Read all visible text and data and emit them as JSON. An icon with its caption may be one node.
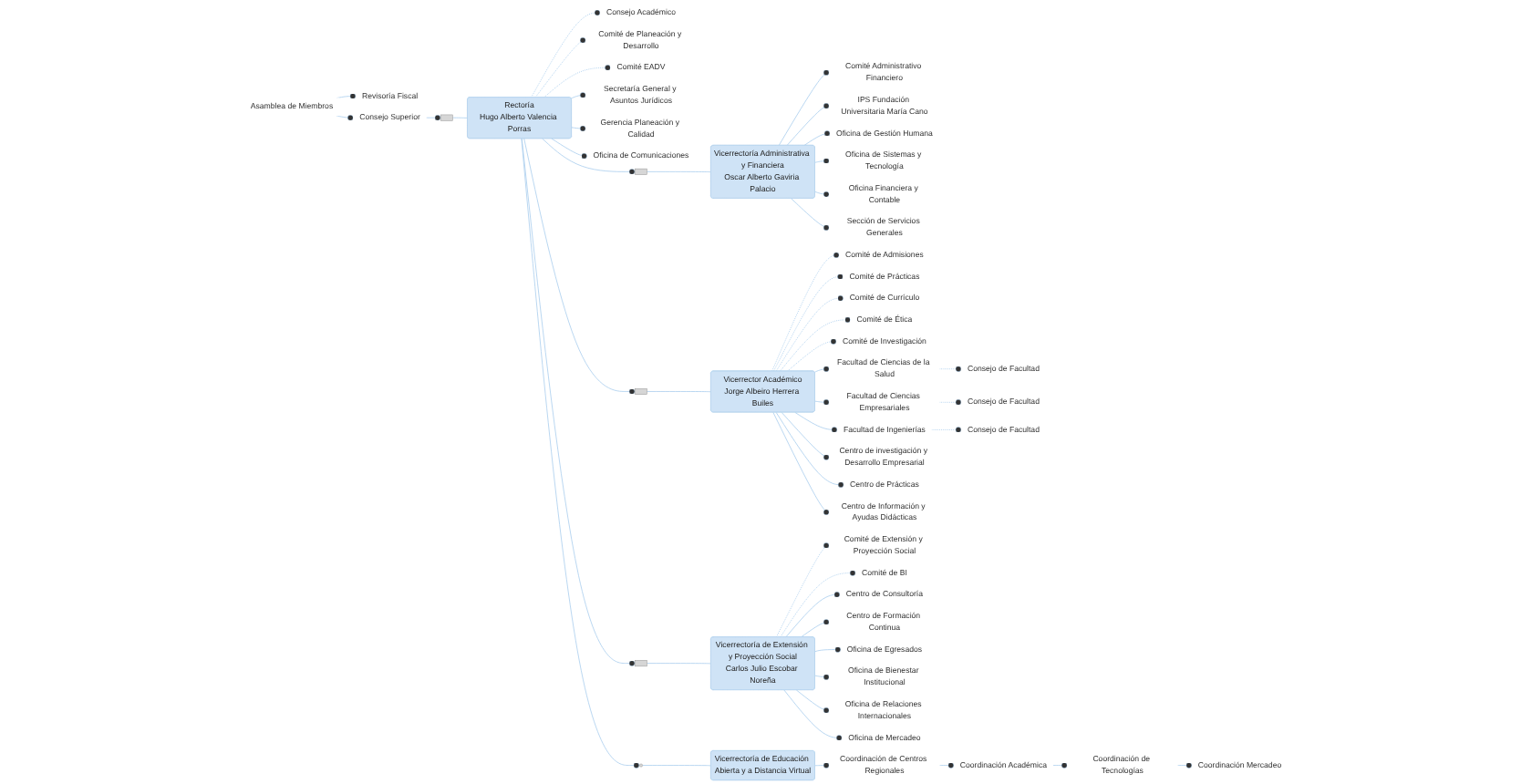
{
  "diagram": {
    "nodes": [
      {
        "text": [
          "Asamblea de Miembros"
        ]
      },
      {
        "text": [
          "Revisoría Fiscal"
        ]
      },
      {
        "text": [
          "Consejo Superior"
        ]
      },
      {
        "text": [],
        "shape": "box"
      },
      {
        "text": [
          "Rectoría",
          "Hugo Alberto Valencia Porras"
        ]
      },
      {
        "text": [
          "Consejo Académico"
        ]
      },
      {
        "text": [
          "Comité de Planeación y Desarrollo"
        ]
      },
      {
        "text": [
          "Comité EADV"
        ]
      },
      {
        "text": [
          "Secretaría General y Asuntos Jurídicos"
        ]
      },
      {
        "text": [
          "Gerencia Planeación y Calidad"
        ]
      },
      {
        "text": [
          "Oficina de Comunicaciones"
        ]
      },
      {
        "text": [],
        "shape": "box"
      },
      {
        "text": [
          "Vicerrectoría Administrativa y Financiera",
          "Oscar Alberto Gaviria Palacio"
        ]
      },
      {
        "text": [
          "Comité Administrativo Financiero"
        ]
      },
      {
        "text": [
          "IPS Fundación Universitaria María Cano"
        ]
      },
      {
        "text": [
          "Oficina de Gestión Humana"
        ]
      },
      {
        "text": [
          "Oficina de Sistemas y Tecnología"
        ]
      },
      {
        "text": [
          "Oficina Financiera y Contable"
        ]
      },
      {
        "text": [
          "Sección de Servicios Generales"
        ]
      },
      {
        "text": [],
        "shape": "box"
      },
      {
        "text": [
          "Vicerrector Académico",
          "Jorge Albeiro Herrera Builes"
        ]
      },
      {
        "text": [
          "Comité de Admisiones"
        ]
      },
      {
        "text": [
          "Comité de Prácticas"
        ]
      },
      {
        "text": [
          "Comité de Currículo"
        ]
      },
      {
        "text": [
          "Comité de Ética"
        ]
      },
      {
        "text": [
          "Comité de Investigación"
        ]
      },
      {
        "text": [
          "Facultad de Ciencias de la Salud"
        ]
      },
      {
        "text": [
          "Consejo de Facultad"
        ]
      },
      {
        "text": [
          "Facultad de Ciencias Empresariales"
        ]
      },
      {
        "text": [
          "Consejo de Facultad"
        ]
      },
      {
        "text": [
          "Facultad de Ingenierías"
        ]
      },
      {
        "text": [
          "Consejo de Facultad"
        ]
      },
      {
        "text": [
          "Centro de investigación y Desarrollo Empresarial"
        ]
      },
      {
        "text": [
          "Centro de Prácticas"
        ]
      },
      {
        "text": [
          "Centro de Información y Ayudas Didácticas"
        ]
      },
      {
        "text": [],
        "shape": "box"
      },
      {
        "text": [
          "Vicerrectoría de Extensión y Proyección Social",
          "Carlos Julio Escobar Noreña"
        ]
      },
      {
        "text": [
          "Comité de Extensión y Proyección Social"
        ]
      },
      {
        "text": [
          "Comité de BI"
        ]
      },
      {
        "text": [
          "Centro de Consultoría"
        ]
      },
      {
        "text": [
          "Centro de Formación Continua"
        ]
      },
      {
        "text": [
          "Oficina de Egresados"
        ]
      },
      {
        "text": [
          "Oficina de Bienestar Institucional"
        ]
      },
      {
        "text": [
          "Oficina de Relaciones Internacionales"
        ]
      },
      {
        "text": [
          "Oficina de Mercadeo"
        ]
      },
      {
        "text": [],
        "shape": "person"
      },
      {
        "text": [
          "Vicerrectoría de Educación Abierta y a Distancia Virtual"
        ]
      },
      {
        "text": [
          "Coordinación de Centros Regionales"
        ]
      },
      {
        "text": [
          "Coordinación Académica"
        ]
      },
      {
        "text": [
          "Coordinación de Tecnologías"
        ]
      },
      {
        "text": [
          "Coordinación Mercadeo"
        ]
      }
    ],
    "edges": [
      {
        "from": 0,
        "to": 2,
        "arrow": "other"
      },
      {
        "from": 0,
        "to": 1,
        "arrow": "other"
      },
      {
        "from": 2,
        "to": 3,
        "arrow": "other"
      },
      {
        "from": 3,
        "to": 4,
        "arrow": "none"
      },
      {
        "from": 4,
        "to": 5,
        "arrow": "other",
        "style": "dashed"
      },
      {
        "from": 4,
        "to": 6,
        "arrow": "other",
        "style": "dashed"
      },
      {
        "from": 4,
        "to": 7,
        "arrow": "other",
        "style": "dashed"
      },
      {
        "from": 4,
        "to": 8,
        "arrow": "other"
      },
      {
        "from": 4,
        "to": 9,
        "arrow": "other"
      },
      {
        "from": 4,
        "to": 10,
        "arrow": "other"
      },
      {
        "from": 4,
        "to": 11,
        "arrow": "other"
      },
      {
        "from": 4,
        "to": 19,
        "arrow": "other"
      },
      {
        "from": 4,
        "to": 35,
        "arrow": "other"
      },
      {
        "from": 4,
        "to": 45,
        "arrow": "other"
      },
      {
        "from": 11,
        "to": 12,
        "arrow": "none"
      },
      {
        "from": 12,
        "to": 13,
        "arrow": "other"
      },
      {
        "from": 12,
        "to": 14,
        "arrow": "other"
      },
      {
        "from": 12,
        "to": 15,
        "arrow": "other"
      },
      {
        "from": 12,
        "to": 16,
        "arrow": "other"
      },
      {
        "from": 12,
        "to": 17,
        "arrow": "other"
      },
      {
        "from": 12,
        "to": 18,
        "arrow": "other"
      },
      {
        "from": 19,
        "to": 20,
        "arrow": "none"
      },
      {
        "from": 20,
        "to": 21,
        "arrow": "other",
        "style": "dashed"
      },
      {
        "from": 20,
        "to": 22,
        "arrow": "other",
        "style": "dashed"
      },
      {
        "from": 20,
        "to": 23,
        "arrow": "other",
        "style": "dashed"
      },
      {
        "from": 20,
        "to": 24,
        "arrow": "other",
        "style": "dashed"
      },
      {
        "from": 20,
        "to": 25,
        "arrow": "other",
        "style": "dashed"
      },
      {
        "from": 20,
        "to": 26,
        "arrow": "other"
      },
      {
        "from": 26,
        "to": 27,
        "arrow": "other",
        "style": "dashed"
      },
      {
        "from": 20,
        "to": 28,
        "arrow": "other"
      },
      {
        "from": 28,
        "to": 29,
        "arrow": "other",
        "style": "dashed"
      },
      {
        "from": 20,
        "to": 30,
        "arrow": "other"
      },
      {
        "from": 30,
        "to": 31,
        "arrow": "other",
        "style": "dashed"
      },
      {
        "from": 20,
        "to": 32,
        "arrow": "other"
      },
      {
        "from": 20,
        "to": 33,
        "arrow": "other"
      },
      {
        "from": 20,
        "to": 34,
        "arrow": "other"
      },
      {
        "from": 35,
        "to": 36,
        "arrow": "none"
      },
      {
        "from": 36,
        "to": 37,
        "arrow": "other",
        "style": "dashed"
      },
      {
        "from": 36,
        "to": 38,
        "arrow": "other",
        "style": "dashed"
      },
      {
        "from": 36,
        "to": 39,
        "arrow": "other"
      },
      {
        "from": 36,
        "to": 40,
        "arrow": "other"
      },
      {
        "from": 36,
        "to": 41,
        "arrow": "other"
      },
      {
        "from": 36,
        "to": 42,
        "arrow": "other"
      },
      {
        "from": 36,
        "to": 43,
        "arrow": "other"
      },
      {
        "from": 36,
        "to": 44,
        "arrow": "other"
      },
      {
        "from": 45,
        "to": 46,
        "arrow": "none"
      },
      {
        "from": 46,
        "to": 47,
        "arrow": "other"
      },
      {
        "from": 47,
        "to": 48,
        "arrow": "other"
      },
      {
        "from": 48,
        "to": 49,
        "arrow": "other"
      },
      {
        "from": 49,
        "to": 50,
        "arrow": "other"
      }
    ]
  }
}
